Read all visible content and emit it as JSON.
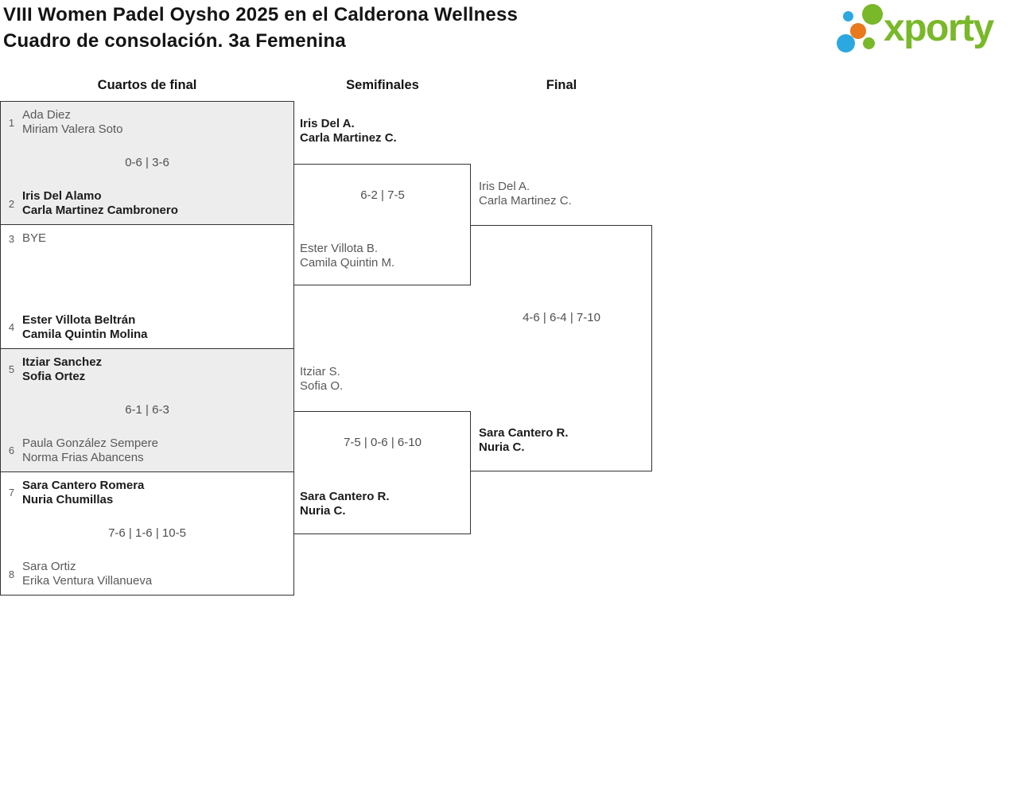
{
  "header": {
    "title_line1": "VIII Women Padel Oysho 2025 en el Calderona Wellness",
    "title_line2": "Cuadro de consolación. 3a Femenina",
    "logo_text": "xporty"
  },
  "columns": [
    "Cuartos de final",
    "Semifinales",
    "Final"
  ],
  "colors": {
    "brand_green": "#79b829",
    "brand_blue": "#2ca8e0",
    "brand_orange": "#e8791d",
    "box_alt_background": "#ededed",
    "border": "#333333",
    "winner_text": "#1c1c1e",
    "name_text": "#58595b"
  },
  "bracket": {
    "qf": [
      {
        "team1": {
          "seed": "1",
          "lines": [
            "Ada Diez",
            "Miriam Valera Soto"
          ],
          "winner": false
        },
        "score": "0-6 | 3-6",
        "team2": {
          "seed": "2",
          "lines": [
            "Iris Del Alamo",
            "Carla Martinez Cambronero"
          ],
          "winner": true
        }
      },
      {
        "team1": {
          "seed": "3",
          "lines": [
            "BYE"
          ],
          "winner": false
        },
        "score": "",
        "team2": {
          "seed": "4",
          "lines": [
            "Ester Villota Beltrán",
            "Camila Quintin Molina"
          ],
          "winner": true
        }
      },
      {
        "team1": {
          "seed": "5",
          "lines": [
            "Itziar Sanchez",
            "Sofia Ortez"
          ],
          "winner": true
        },
        "score": "6-1 | 6-3",
        "team2": {
          "seed": "6",
          "lines": [
            "Paula González Sempere",
            "Norma Frias Abancens"
          ],
          "winner": false
        }
      },
      {
        "team1": {
          "seed": "7",
          "lines": [
            "Sara Cantero Romera",
            "Nuria Chumillas"
          ],
          "winner": true
        },
        "score": "7-6 | 1-6 | 10-5",
        "team2": {
          "seed": "8",
          "lines": [
            "Sara Ortiz",
            "Erika Ventura Villanueva"
          ],
          "winner": false
        }
      }
    ],
    "sf": [
      {
        "team1": {
          "lines": [
            "Iris Del A.",
            "Carla Martinez C."
          ],
          "winner": true
        },
        "score": "6-2 | 7-5",
        "team2": {
          "lines": [
            "Ester Villota B.",
            "Camila Quintin M."
          ],
          "winner": false
        }
      },
      {
        "team1": {
          "lines": [
            "Itziar S.",
            "Sofia O."
          ],
          "winner": false
        },
        "score": "7-5 | 0-6 | 6-10",
        "team2": {
          "lines": [
            "Sara Cantero R.",
            "Nuria C."
          ],
          "winner": true
        }
      }
    ],
    "final": {
      "team1": {
        "lines": [
          "Iris Del A.",
          "Carla Martinez C."
        ],
        "winner": false
      },
      "score": "4-6 | 6-4 | 7-10",
      "team2": {
        "lines": [
          "Sara Cantero R.",
          "Nuria C."
        ],
        "winner": true
      }
    }
  }
}
